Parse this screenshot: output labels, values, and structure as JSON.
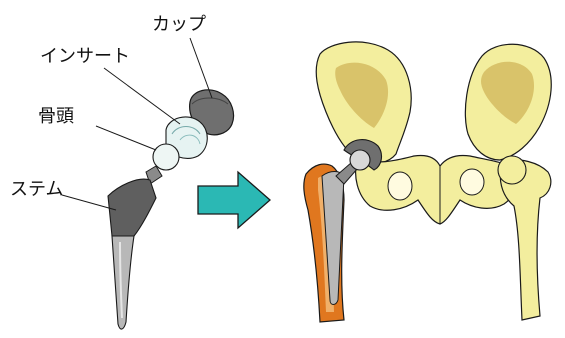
{
  "labels": {
    "cup": "カップ",
    "insert": "インサート",
    "femoral_head": "骨頭",
    "stem": "ステム"
  },
  "arrow": {
    "direction": "right",
    "color": "#2bb8b4"
  },
  "colors": {
    "cup": "#6f6f6f",
    "insert": "#e6f3f2",
    "head": "#eef6f4",
    "stem_neck": "#8a8a8a",
    "stem_shaft": "#b8b8b8",
    "bone": "#f3ee9e",
    "bone_inner": "#d9c36a",
    "femur_cut": "#e0771f",
    "femur_marrow": "#f0b06a",
    "outline": "#1a1a1a"
  }
}
